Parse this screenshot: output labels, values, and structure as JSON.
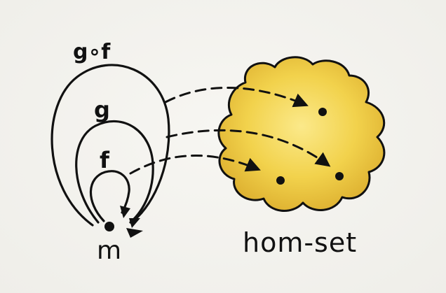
{
  "labels": {
    "composition": "g∘f",
    "g": "g",
    "f": "f",
    "object": "m",
    "homset": "hom-set"
  },
  "colors": {
    "ink": "#111111",
    "cloud_fill": "#f1cf45",
    "cloud_light": "#f9e98a",
    "cloud_dark": "#d9a92a",
    "paper": "#f4f3ef"
  }
}
